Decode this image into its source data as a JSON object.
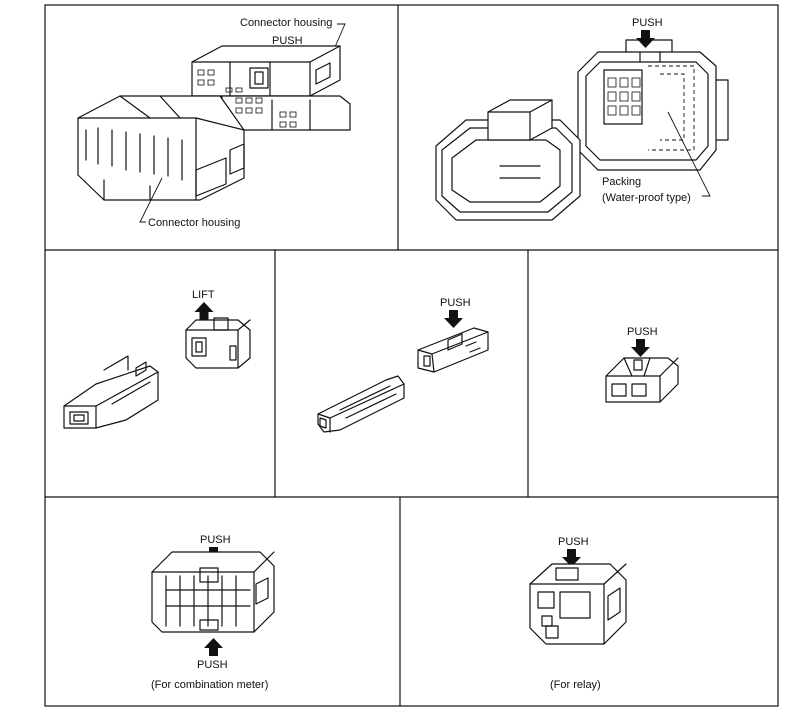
{
  "panels": {
    "p1": {
      "label_top": "Connector housing",
      "push": "PUSH",
      "label_bottom": "Connector housing"
    },
    "p2": {
      "push": "PUSH",
      "packing_line1": "Packing",
      "packing_line2": "(Water-proof type)"
    },
    "p3": {
      "lift": "LIFT"
    },
    "p4": {
      "push": "PUSH"
    },
    "p5": {
      "push": "PUSH"
    },
    "p6": {
      "push_top": "PUSH",
      "push_bottom": "PUSH",
      "caption": "(For combination meter)"
    },
    "p7": {
      "push": "PUSH",
      "caption": "(For relay)"
    }
  }
}
